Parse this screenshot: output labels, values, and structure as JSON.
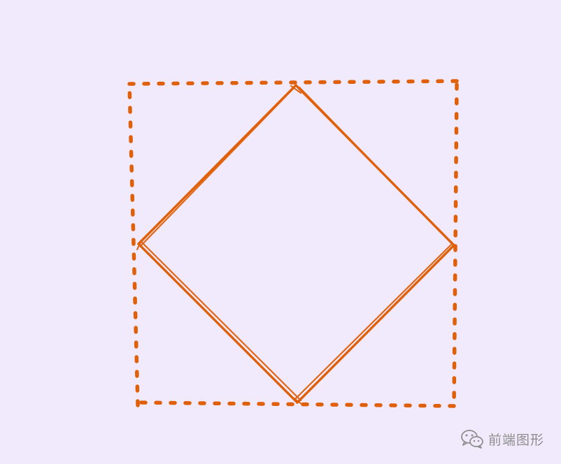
{
  "drawing": {
    "stroke_color": "#e0600a",
    "background": "#f1eafd",
    "shapes": [
      "dashed-square-outline",
      "rhombus-diamond"
    ]
  },
  "watermark": {
    "icon": "wechat-icon",
    "text": "前端图形"
  }
}
